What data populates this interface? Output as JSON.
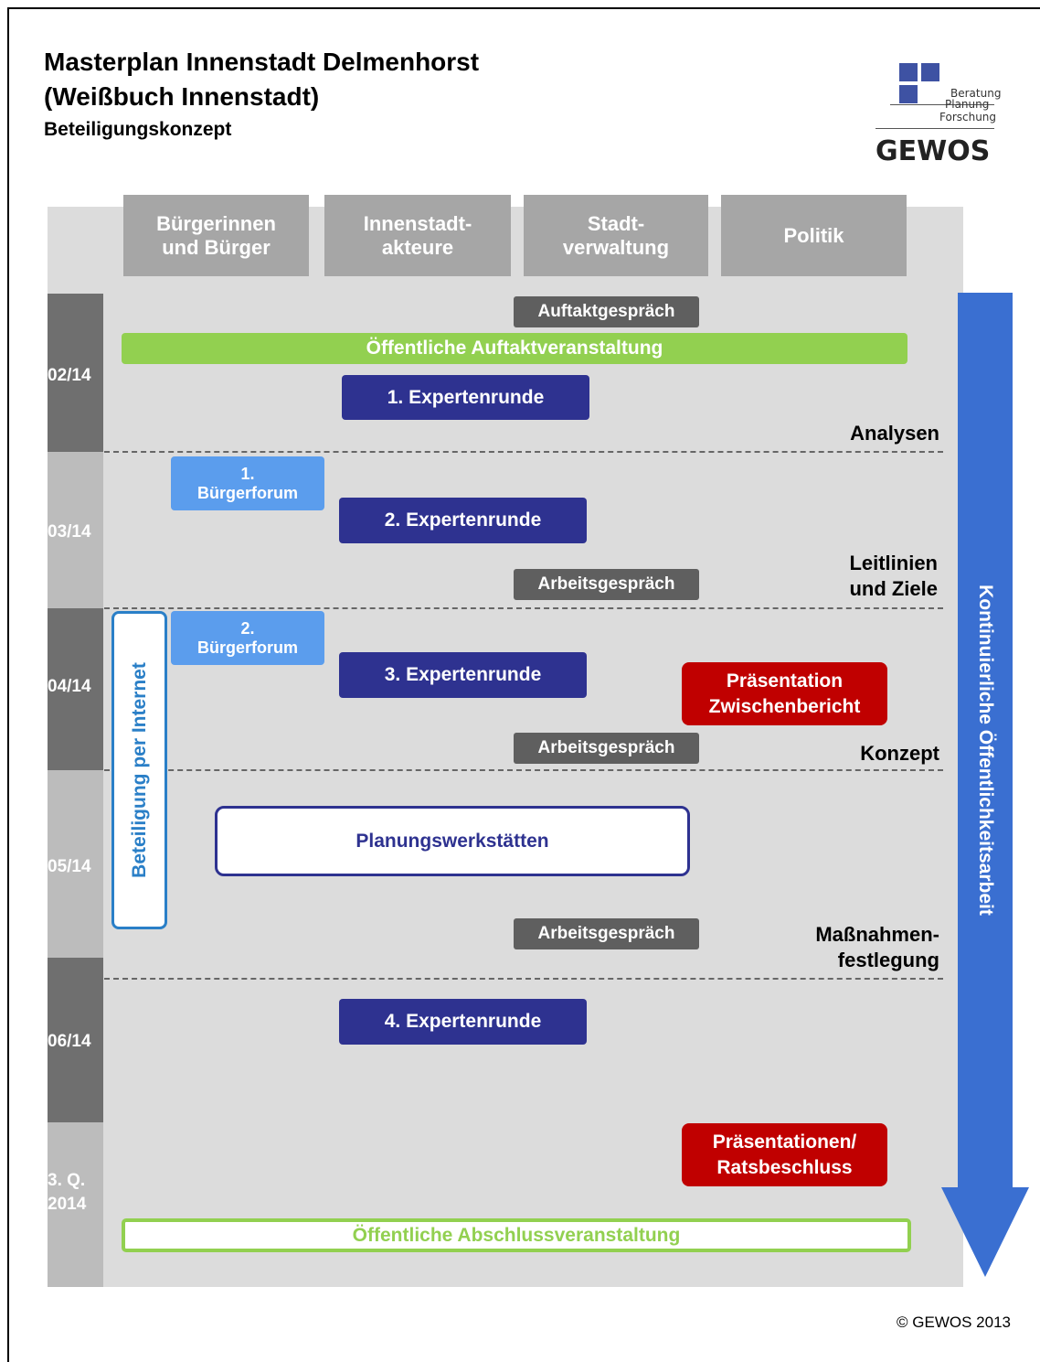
{
  "header": {
    "title_line1": "Masterplan Innenstadt Delmenhorst",
    "title_line2": "(Weißbuch Innenstadt)",
    "subtitle": "Beteiligungskonzept"
  },
  "logo": {
    "lines": [
      "Beratung",
      "Planung",
      "Forschung"
    ],
    "name": "GEWOS",
    "color": "#3e52a3"
  },
  "columns": [
    "Bürgerinnen\nund Bürger",
    "Innenstadt-\nakteure",
    "Stadt-\nverwaltung",
    "Politik"
  ],
  "time_labels": [
    "02/14",
    "03/14",
    "04/14",
    "05/14",
    "06/14",
    "3. Q.\n2014"
  ],
  "phases": [
    "Analysen",
    "Leitlinien\nund Ziele",
    "Konzept",
    "Maßnahmen-\nfestlegung"
  ],
  "events": {
    "auftaktgespraech": "Auftaktgespräch",
    "oeffentliche_auftakt": "Öffentliche  Auftaktveranstaltung",
    "expertenrunde_1": "1. Expertenrunde",
    "buergerforum_1": "1.\nBürgerforum",
    "expertenrunde_2": "2. Expertenrunde",
    "arbeitsgespraech_1": "Arbeitsgespräch",
    "buergerforum_2": "2.\nBürgerforum",
    "expertenrunde_3": "3. Expertenrunde",
    "praesentation_zwischenbericht": "Präsentation\nZwischenbericht",
    "arbeitsgespraech_2": "Arbeitsgespräch",
    "planungswerkstaetten": "Planungswerkstätten",
    "arbeitsgespraech_3": "Arbeitsgespräch",
    "expertenrunde_4": "4. Expertenrunde",
    "praesentationen_ratsbeschluss": "Präsentationen/\nRatsbeschluss",
    "oeffentliche_abschluss": "Öffentliche  Abschlussveranstaltung"
  },
  "side_labels": {
    "internet": "Beteiligung per Internet",
    "oeffentlichkeit": "Kontinuierliche Öffentlichkeitsarbeit"
  },
  "copyright": "© GEWOS 2013",
  "colors": {
    "green": "#92d050",
    "navy": "#2e3290",
    "light_blue": "#5b9ded",
    "red": "#c00000",
    "arrow_blue": "#3a6fd1"
  }
}
